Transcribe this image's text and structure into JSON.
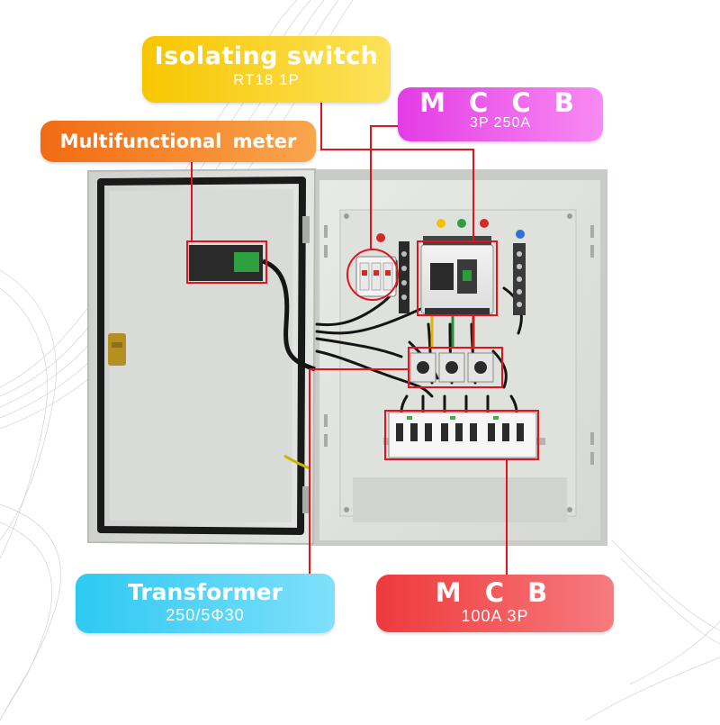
{
  "labels": {
    "isolating_switch": {
      "title": "Isolating switch",
      "subtitle": "RT18  1P",
      "color": "#f7c600"
    },
    "mccb": {
      "title": "M C C B",
      "subtitle": "3P  250A",
      "color": "#e33ce5"
    },
    "multifunctional_meter": {
      "title": "Multifunctional  meter",
      "color": "#f26b12"
    },
    "transformer": {
      "title": "Transformer",
      "subtitle": "250/5Φ30",
      "color": "#2ec9f2"
    },
    "mcb": {
      "title": "M C B",
      "subtitle": "100A  3P",
      "color": "#ee3a3c"
    }
  },
  "colors": {
    "leader_line": "#e0141e",
    "cabinet": "#dcdedb",
    "door_seal": "#1a1a1a"
  },
  "icons": [
    "phase-a-indicator",
    "phase-b-indicator",
    "phase-c-indicator",
    "neutral-indicator",
    "ground-symbol",
    "door-latch"
  ]
}
